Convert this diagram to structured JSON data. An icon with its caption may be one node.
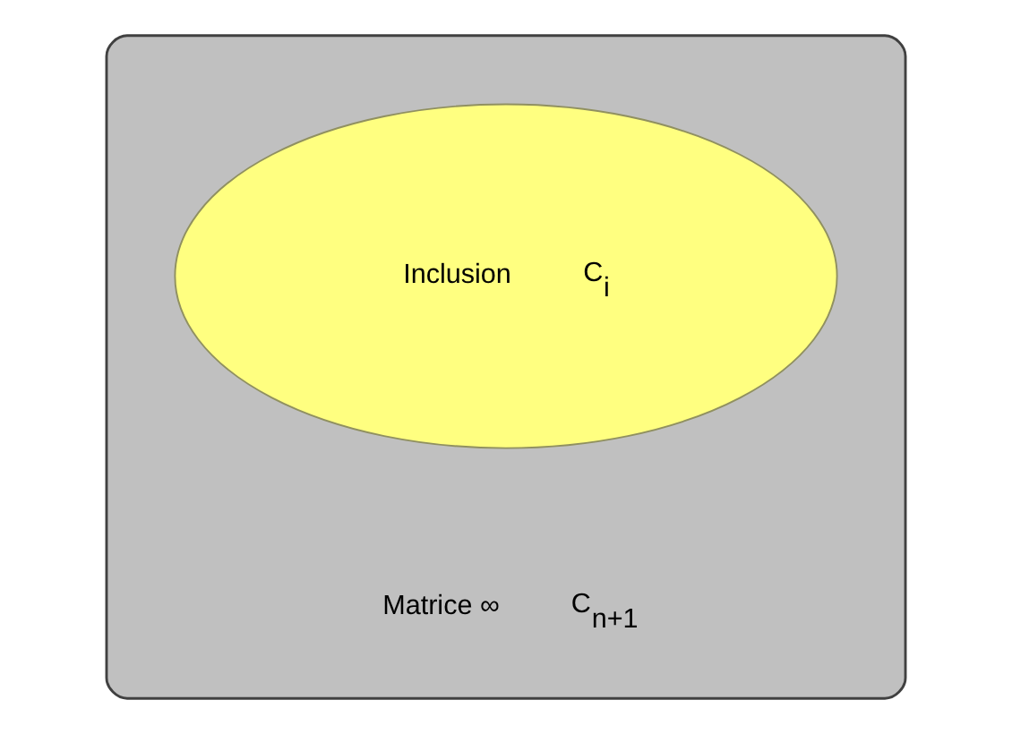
{
  "diagram": {
    "nodes": [
      {
        "text": [
          "Matrice ∞",
          "C$_{n+1}$"
        ]
      },
      {
        "text": [
          "Inclusion",
          "C$_{i}$"
        ],
        "in": 0
      }
    ]
  }
}
